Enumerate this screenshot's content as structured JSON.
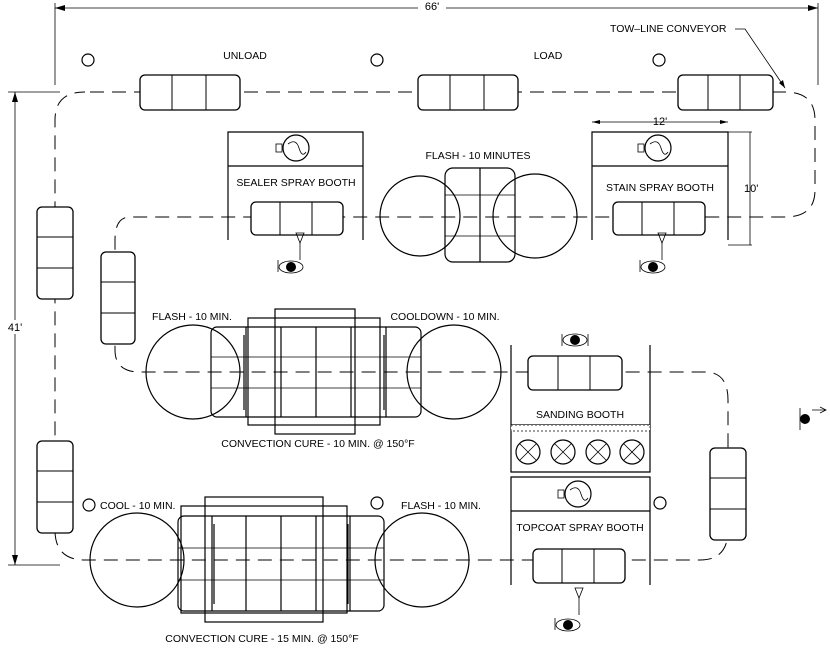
{
  "dimensions": {
    "width_label": "66'",
    "height_label": "41'",
    "booth_width_label": "12'",
    "booth_depth_label": "10'"
  },
  "labels": {
    "unload": "UNLOAD",
    "load": "LOAD",
    "tow_line": "TOW–LINE CONVEYOR",
    "sealer_booth": "SEALER SPRAY BOOTH",
    "flash_top": "FLASH - 10 MINUTES",
    "stain_booth": "STAIN SPRAY BOOTH",
    "flash_left": "FLASH - 10 MIN.",
    "cooldown": "COOLDOWN - 10 MIN.",
    "sanding_booth": "SANDING BOOTH",
    "convection_cure_1": "CONVECTION CURE - 10 MIN. @ 150°F",
    "cool": "COOL - 10 MIN.",
    "flash_bottom": "FLASH - 10 MIN.",
    "topcoat_booth": "TOPCOAT SPRAY BOOTH",
    "convection_cure_2": "CONVECTION CURE - 15 MIN. @ 150°F"
  },
  "icons": [
    "spray-gun-icon",
    "spray-operator-icon",
    "exhaust-fan-icon",
    "column-icon"
  ]
}
